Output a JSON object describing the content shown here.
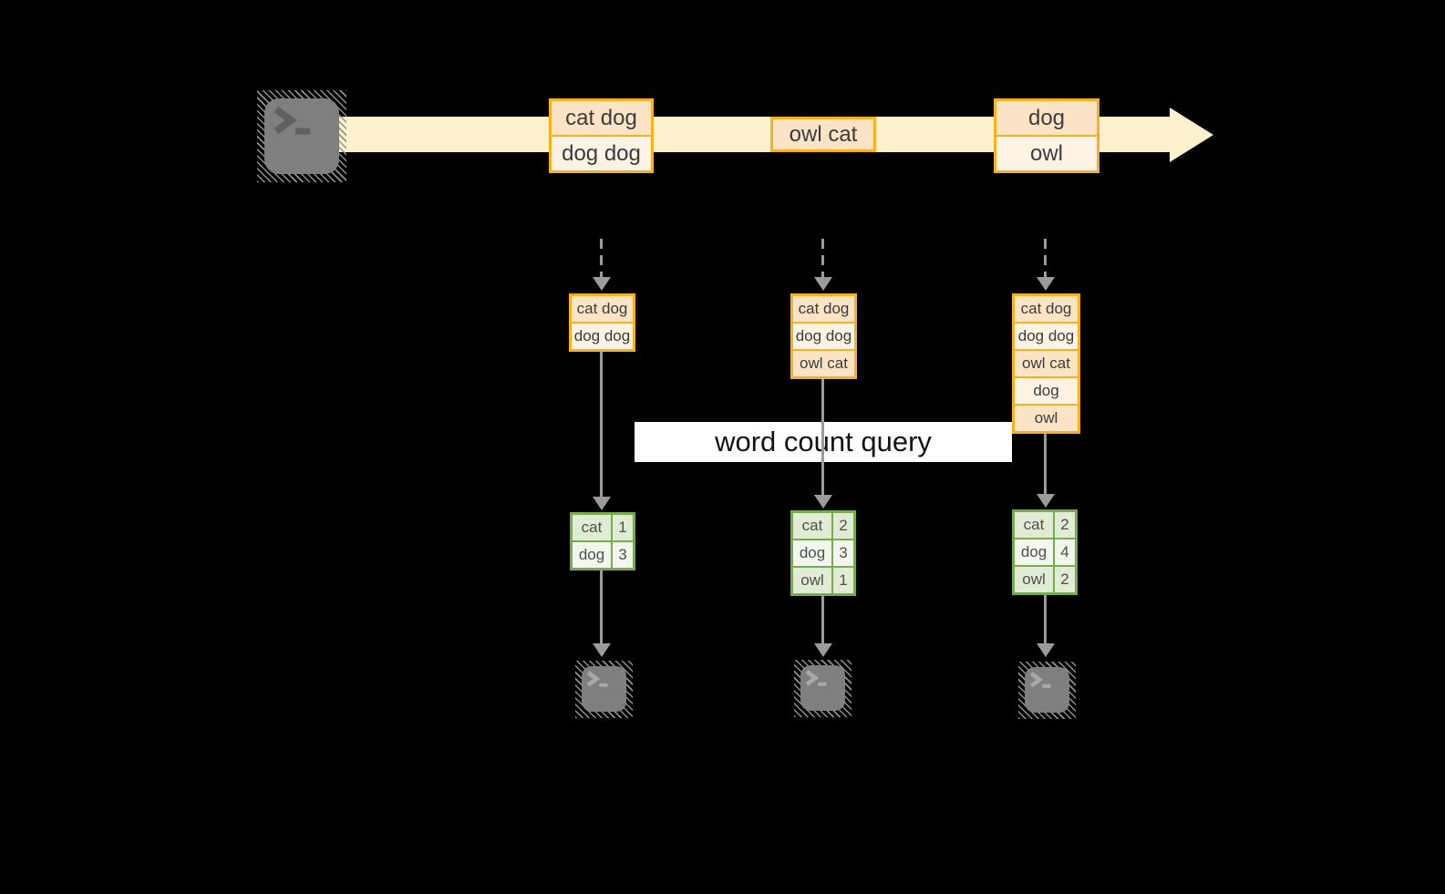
{
  "colors": {
    "background": "#000000",
    "stream_fill": "#fdf1cd",
    "orange_border": "#f5b120",
    "orange_cell_dark": "#fbe3c6",
    "orange_cell_light": "#fdf3e4",
    "green_border": "#7aaa4e",
    "green_cell_dark": "#e0ecd4",
    "green_cell_light": "#f2f7ee",
    "arrow_gray": "#9b9b9b",
    "terminal_fill": "#7f7f7f",
    "terminal_hatch": "#909090",
    "label_bg": "#ffffff",
    "label_text": "#141414",
    "cell_text": "#3c3c3c",
    "table_text": "#4f4f4f"
  },
  "query_label": "word count query",
  "stream": {
    "batches": [
      {
        "records": [
          "cat dog",
          "dog dog"
        ]
      },
      {
        "records": [
          "owl cat"
        ]
      },
      {
        "records": [
          "dog",
          "owl"
        ]
      }
    ]
  },
  "columns": [
    {
      "state_records": [
        "cat dog",
        "dog dog"
      ],
      "counts": {
        "rows": [
          {
            "word": "cat",
            "count": "1"
          },
          {
            "word": "dog",
            "count": "3"
          }
        ]
      }
    },
    {
      "state_records": [
        "cat dog",
        "dog dog",
        "owl cat"
      ],
      "counts": {
        "rows": [
          {
            "word": "cat",
            "count": "2"
          },
          {
            "word": "dog",
            "count": "3"
          },
          {
            "word": "owl",
            "count": "1"
          }
        ]
      }
    },
    {
      "state_records": [
        "cat dog",
        "dog dog",
        "owl cat",
        "dog",
        "owl"
      ],
      "counts": {
        "rows": [
          {
            "word": "cat",
            "count": "2"
          },
          {
            "word": "dog",
            "count": "4"
          },
          {
            "word": "owl",
            "count": "2"
          }
        ]
      }
    }
  ]
}
